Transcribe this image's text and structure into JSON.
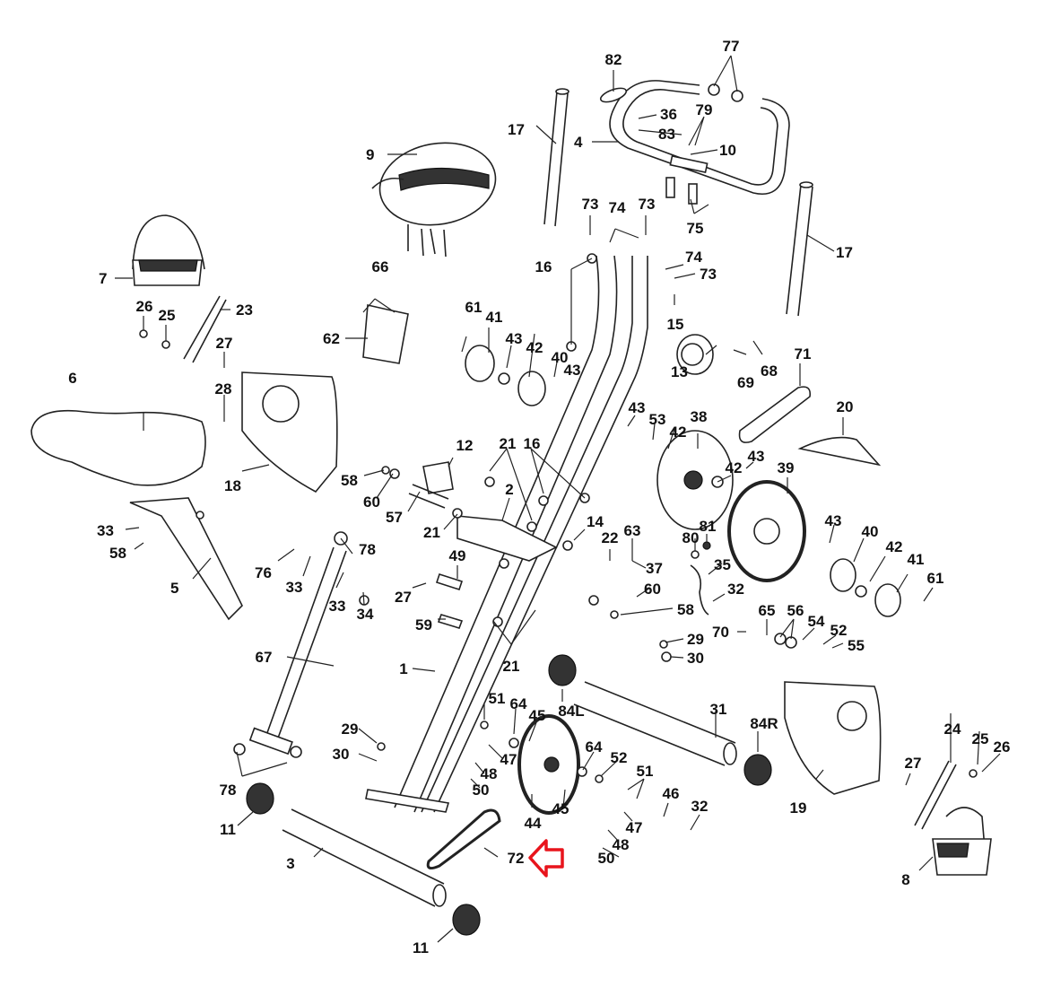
{
  "diagram": {
    "type": "exploded-parts-diagram",
    "subject": "folding exercise bike",
    "highlight": {
      "part": "72",
      "indicator": "arrow",
      "color": "#e8141c"
    },
    "labels": [
      {
        "id": "82"
      },
      {
        "id": "77"
      },
      {
        "id": "36"
      },
      {
        "id": "79"
      },
      {
        "id": "83"
      },
      {
        "id": "10"
      },
      {
        "id": "4"
      },
      {
        "id": "17",
        "instance": "left"
      },
      {
        "id": "17",
        "instance": "right"
      },
      {
        "id": "9"
      },
      {
        "id": "73",
        "instance": "a"
      },
      {
        "id": "74",
        "instance": "a"
      },
      {
        "id": "73",
        "instance": "b"
      },
      {
        "id": "75"
      },
      {
        "id": "74",
        "instance": "b"
      },
      {
        "id": "73",
        "instance": "c"
      },
      {
        "id": "16",
        "instance": "top"
      },
      {
        "id": "15"
      },
      {
        "id": "66"
      },
      {
        "id": "62"
      },
      {
        "id": "7"
      },
      {
        "id": "23"
      },
      {
        "id": "26",
        "instance": "left"
      },
      {
        "id": "25",
        "instance": "left"
      },
      {
        "id": "27",
        "instance": "top"
      },
      {
        "id": "28"
      },
      {
        "id": "61",
        "instance": "left"
      },
      {
        "id": "41",
        "instance": "left"
      },
      {
        "id": "43",
        "instance": "a"
      },
      {
        "id": "42",
        "instance": "a"
      },
      {
        "id": "40",
        "instance": "left"
      },
      {
        "id": "43",
        "instance": "b"
      },
      {
        "id": "13"
      },
      {
        "id": "69"
      },
      {
        "id": "68"
      },
      {
        "id": "71"
      },
      {
        "id": "20"
      },
      {
        "id": "6"
      },
      {
        "id": "18"
      },
      {
        "id": "43",
        "instance": "c"
      },
      {
        "id": "53"
      },
      {
        "id": "42",
        "instance": "b"
      },
      {
        "id": "38"
      },
      {
        "id": "42",
        "instance": "c"
      },
      {
        "id": "43",
        "instance": "d"
      },
      {
        "id": "39"
      },
      {
        "id": "12"
      },
      {
        "id": "21",
        "instance": "top"
      },
      {
        "id": "16",
        "instance": "mid"
      },
      {
        "id": "2"
      },
      {
        "id": "58",
        "instance": "a"
      },
      {
        "id": "60",
        "instance": "a"
      },
      {
        "id": "57"
      },
      {
        "id": "21",
        "instance": "left"
      },
      {
        "id": "14"
      },
      {
        "id": "22"
      },
      {
        "id": "63"
      },
      {
        "id": "37"
      },
      {
        "id": "80"
      },
      {
        "id": "81"
      },
      {
        "id": "35"
      },
      {
        "id": "32",
        "instance": "a"
      },
      {
        "id": "43",
        "instance": "e"
      },
      {
        "id": "40",
        "instance": "right"
      },
      {
        "id": "42",
        "instance": "d"
      },
      {
        "id": "41",
        "instance": "right"
      },
      {
        "id": "61",
        "instance": "right"
      },
      {
        "id": "33",
        "instance": "a"
      },
      {
        "id": "58",
        "instance": "b"
      },
      {
        "id": "5"
      },
      {
        "id": "76"
      },
      {
        "id": "33",
        "instance": "b"
      },
      {
        "id": "78",
        "instance": "top"
      },
      {
        "id": "33",
        "instance": "c"
      },
      {
        "id": "34"
      },
      {
        "id": "27",
        "instance": "mid"
      },
      {
        "id": "49"
      },
      {
        "id": "59"
      },
      {
        "id": "60",
        "instance": "b"
      },
      {
        "id": "58",
        "instance": "c"
      },
      {
        "id": "65"
      },
      {
        "id": "56"
      },
      {
        "id": "54"
      },
      {
        "id": "52",
        "instance": "a"
      },
      {
        "id": "55"
      },
      {
        "id": "70"
      },
      {
        "id": "29",
        "instance": "a"
      },
      {
        "id": "30",
        "instance": "a"
      },
      {
        "id": "21",
        "instance": "bottom"
      },
      {
        "id": "67"
      },
      {
        "id": "1"
      },
      {
        "id": "84L"
      },
      {
        "id": "51",
        "instance": "a"
      },
      {
        "id": "64",
        "instance": "a"
      },
      {
        "id": "45",
        "instance": "a"
      },
      {
        "id": "31"
      },
      {
        "id": "84R"
      },
      {
        "id": "29",
        "instance": "b"
      },
      {
        "id": "30",
        "instance": "b"
      },
      {
        "id": "47",
        "instance": "a"
      },
      {
        "id": "48",
        "instance": "a"
      },
      {
        "id": "50",
        "instance": "a"
      },
      {
        "id": "64",
        "instance": "b"
      },
      {
        "id": "52",
        "instance": "b"
      },
      {
        "id": "51",
        "instance": "b"
      },
      {
        "id": "46"
      },
      {
        "id": "32",
        "instance": "b"
      },
      {
        "id": "45",
        "instance": "b"
      },
      {
        "id": "47",
        "instance": "b"
      },
      {
        "id": "48",
        "instance": "b"
      },
      {
        "id": "50",
        "instance": "b"
      },
      {
        "id": "44"
      },
      {
        "id": "72"
      },
      {
        "id": "78",
        "instance": "bottom"
      },
      {
        "id": "11",
        "instance": "left"
      },
      {
        "id": "3"
      },
      {
        "id": "11",
        "instance": "bottom"
      },
      {
        "id": "19"
      },
      {
        "id": "24"
      },
      {
        "id": "25",
        "instance": "right"
      },
      {
        "id": "26",
        "instance": "right"
      },
      {
        "id": "27",
        "instance": "right"
      },
      {
        "id": "8"
      }
    ]
  }
}
